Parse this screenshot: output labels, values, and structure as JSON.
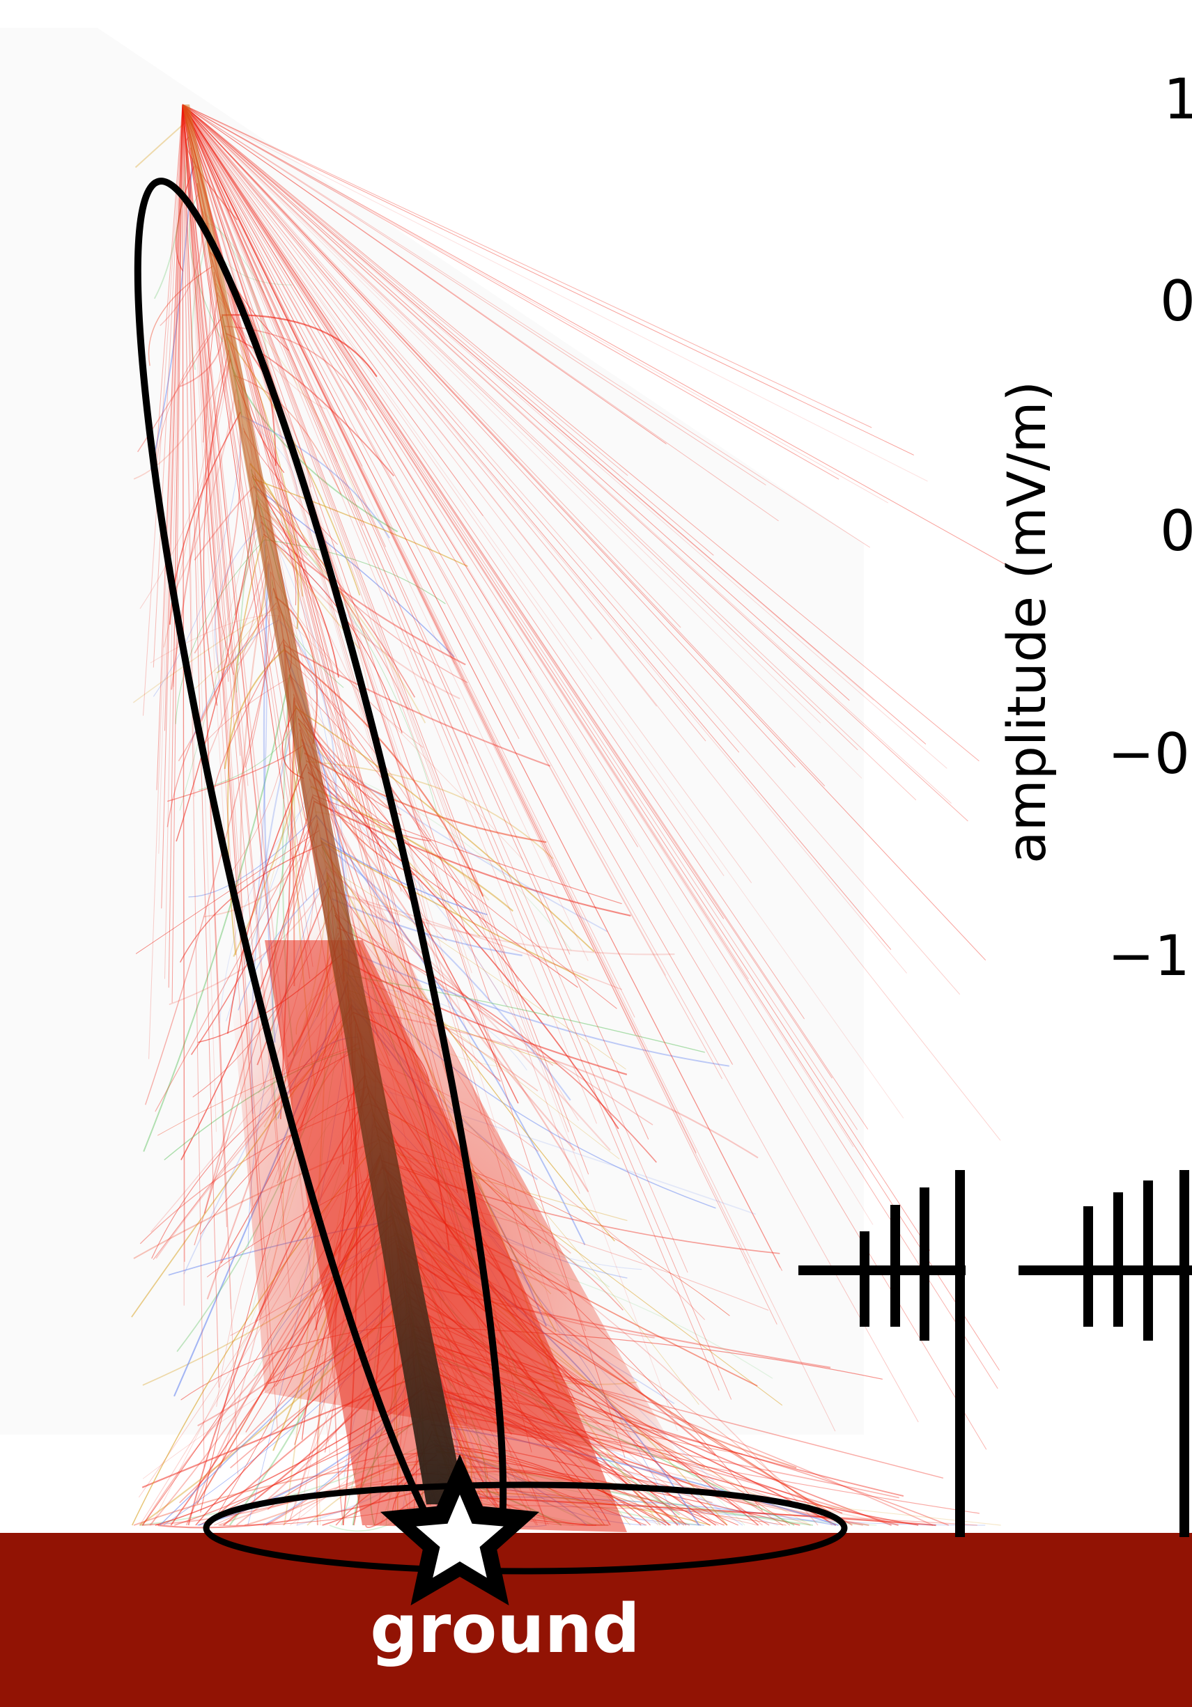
{
  "figure": {
    "ground_label": "ground",
    "colors": {
      "background": "#ffffff",
      "shower_glow": "#fafafa",
      "ground": "#921304",
      "shower_tracks": "#ee1a0c",
      "shower_core": "#3a2a20",
      "outline": "#000000",
      "star_fill": "#ffffff"
    }
  },
  "plot_axis": {
    "ylabel": "amplitude (mV/m)",
    "tick_labels": [
      "1",
      "0",
      "0",
      "−0",
      "−1"
    ]
  },
  "icons": [
    "shower-icon",
    "star-icon",
    "antenna-icon"
  ]
}
